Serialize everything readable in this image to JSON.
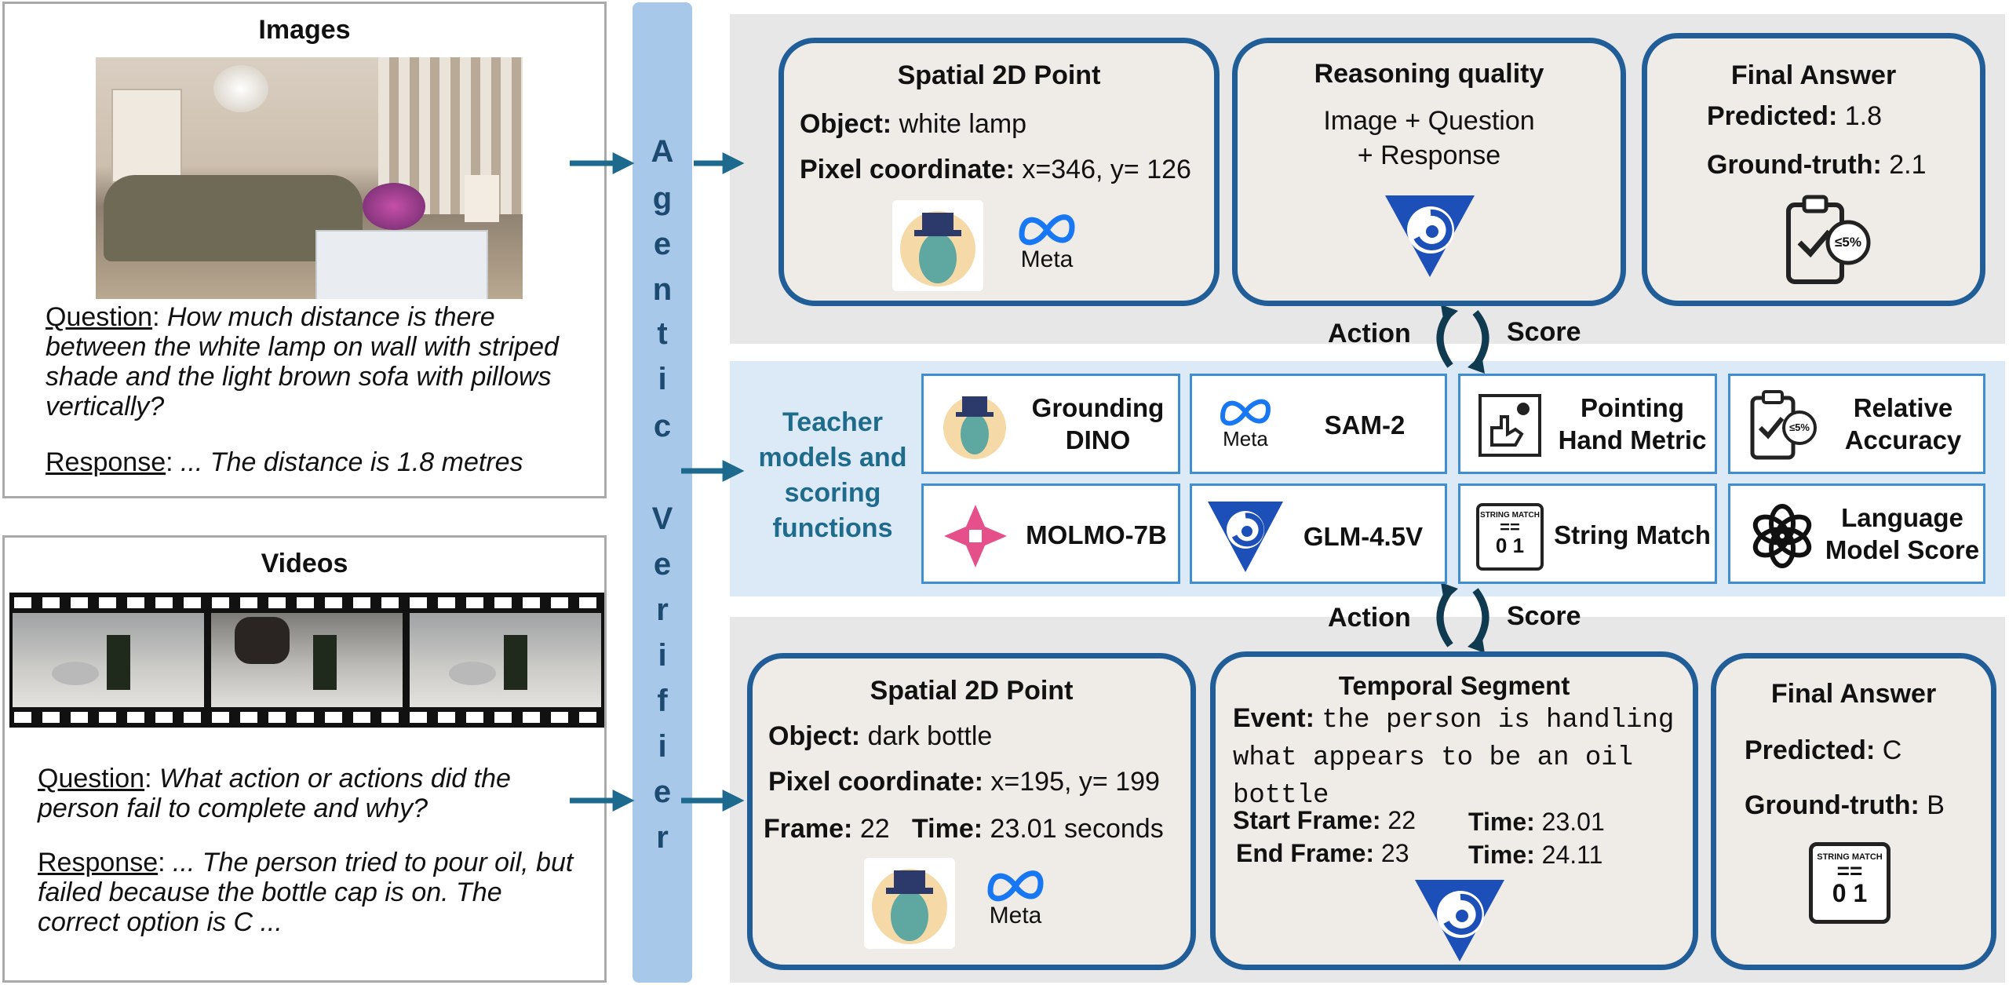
{
  "images_box": {
    "title": "Images",
    "question_label": "Question",
    "question_text": "How much distance is there between the white lamp on wall with striped shade and the light brown sofa with pillows vertically?",
    "response_label": "Response",
    "response_text": "... The distance is  1.8 metres"
  },
  "videos_box": {
    "title": "Videos",
    "question_label": "Question",
    "question_text": "What action or actions did the person fail to complete and why?",
    "response_label": "Response",
    "response_text": "... The person tried to pour oil, but failed because the bottle cap is on. The correct option is C ..."
  },
  "verifier": {
    "letters": [
      "A",
      "g",
      "e",
      "n",
      "t",
      "i",
      "c",
      "",
      "V",
      "e",
      "r",
      "i",
      "f",
      "i",
      "e",
      "r"
    ]
  },
  "top_row": {
    "spatial": {
      "title": "Spatial 2D Point",
      "object_label": "Object:",
      "object_value": "white lamp",
      "pixel_label": "Pixel coordinate:",
      "pixel_value": "x=346, y= 126",
      "meta_text": "Meta"
    },
    "reasoning": {
      "title": "Reasoning quality",
      "line1": "Image + Question",
      "line2": "+ Response"
    },
    "final": {
      "title": "Final Answer",
      "predicted_label": "Predicted:",
      "predicted_value": "1.8",
      "gt_label": "Ground-truth:",
      "gt_value": "2.1",
      "badge": "≤5%"
    }
  },
  "loop_top": {
    "action": "Action",
    "score": "Score"
  },
  "loop_bottom": {
    "action": "Action",
    "score": "Score"
  },
  "teacher": {
    "heading_lines": [
      "Teacher",
      "models and",
      "scoring",
      "functions"
    ],
    "tools": [
      {
        "line1": "Grounding",
        "line2": "DINO"
      },
      {
        "line1": "SAM-2",
        "line2": "",
        "logo_text": "Meta"
      },
      {
        "line1": "Pointing",
        "line2": "Hand Metric"
      },
      {
        "line1": "Relative",
        "line2": "Accuracy",
        "badge": "≤5%"
      },
      {
        "line1": "MOLMO-7B",
        "line2": ""
      },
      {
        "line1": "GLM-4.5V",
        "line2": ""
      },
      {
        "line1": "String Match",
        "line2": "",
        "icon_small": "STRING MATCH",
        "icon_eq": "==",
        "icon_digits": "0 1"
      },
      {
        "line1": "Language",
        "line2": "Model Score"
      }
    ]
  },
  "bottom_row": {
    "spatial": {
      "title": "Spatial 2D Point",
      "object_label": "Object:",
      "object_value": "dark bottle",
      "pixel_label": "Pixel coordinate:",
      "pixel_value": "x=195, y= 199",
      "frame_label": "Frame:",
      "frame_value": "22",
      "time_label": "Time:",
      "time_value": "23.01 seconds",
      "meta_text": "Meta"
    },
    "temporal": {
      "title": "Temporal Segment",
      "event_label": "Event:",
      "event_text_1": "the person is handling",
      "event_text_2": "what appears to be an oil",
      "event_text_3": "bottle",
      "start_label": "Start Frame:",
      "start_value": "22",
      "start_time_label": "Time:",
      "start_time_value": "23.01",
      "end_label": "End Frame:",
      "end_value": "23",
      "end_time_label": "Time:",
      "end_time_value": "24.11"
    },
    "final": {
      "title": "Final Answer",
      "predicted_label": "Predicted:",
      "predicted_value": "C",
      "gt_label": "Ground-truth:",
      "gt_value": "B",
      "icon_small": "STRING MATCH",
      "icon_eq": "==",
      "icon_digits": "0 1"
    }
  },
  "colors": {
    "card_border": "#215d96",
    "arrow": "#1e6a8e",
    "verifier_bar": "#a8c8ea",
    "teacher_text": "#1f6b8c"
  }
}
